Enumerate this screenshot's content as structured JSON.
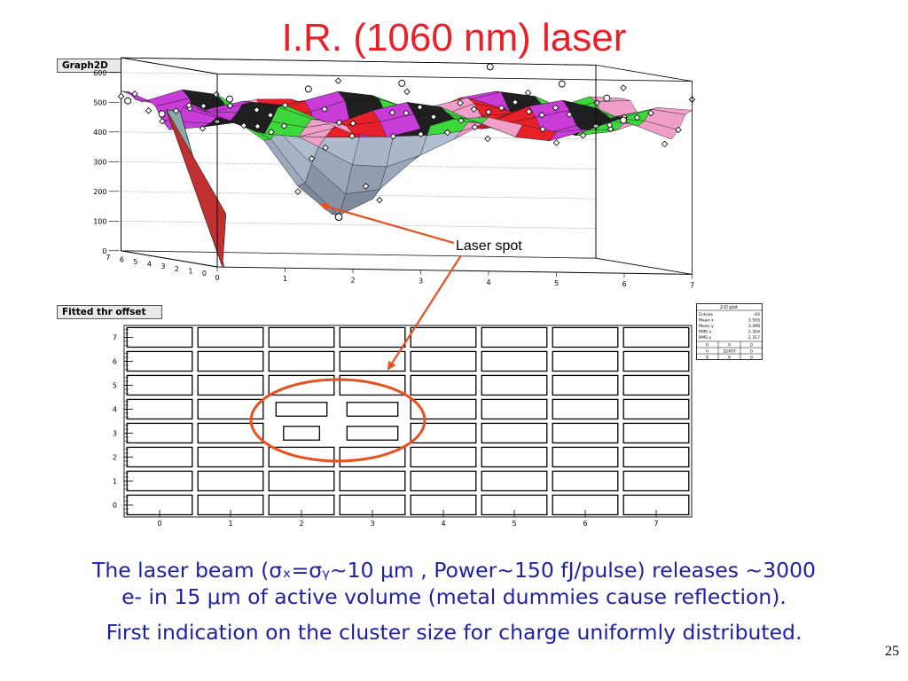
{
  "slide": {
    "title": "I.R. (1060 nm) laser",
    "page_number": "25",
    "caption_line1": "The laser beam (σₓ=σᵧ~10 μm , Power~150 fJ/pulse) releases ~3000",
    "caption_line1b": "e- in 15 μm of active volume (metal dummies cause reflection).",
    "caption_line2": "First indication on the cluster size for charge uniformly distributed.",
    "laser_spot_label": "Laser spot"
  },
  "colors": {
    "title": "#e8202a",
    "caption": "#1f20a8",
    "annotation": "#e8501e"
  },
  "chart_data": [
    {
      "type": "surface3d",
      "canvas_label": "Graph2D",
      "z_ticks": [
        "0",
        "100",
        "200",
        "300",
        "400",
        "500",
        "600"
      ],
      "y_ticks": [
        "7",
        "6",
        "5",
        "4",
        "3",
        "2",
        "1",
        "0"
      ],
      "x_ticks": [
        "0",
        "1",
        "2",
        "3",
        "4",
        "5",
        "6",
        "7"
      ],
      "baseline": 500,
      "dip": {
        "x": 2.5,
        "y": 3.5,
        "z": 150
      },
      "spike": {
        "x": 0.0,
        "y": 3.5,
        "z": 0
      },
      "colors": [
        "#c83cd8",
        "#3cd83c",
        "#e8202a",
        "#202020",
        "#f0a0c8"
      ]
    },
    {
      "type": "table",
      "canvas_label": "Fitted thr offset",
      "y_ticks": [
        "7",
        "6",
        "5",
        "4",
        "3",
        "2",
        "1",
        "0"
      ],
      "x_ticks": [
        "0",
        "1",
        "2",
        "3",
        "4",
        "5",
        "6",
        "7"
      ],
      "xlim": [
        0,
        8
      ],
      "ylim": [
        0,
        8
      ],
      "cells_grid": 8,
      "small_cells": [
        {
          "x": 2,
          "y": 4
        },
        {
          "x": 3,
          "y": 4
        },
        {
          "x": 2,
          "y": 3
        },
        {
          "x": 3,
          "y": 3
        }
      ],
      "stats": {
        "title": "2-D plot",
        "rows": [
          [
            "Entries",
            "64"
          ],
          [
            "Mean x",
            "3.505"
          ],
          [
            "Mean y",
            "3.498"
          ],
          [
            "RMS x",
            "2.304"
          ],
          [
            "RMS y",
            "2.317"
          ]
        ],
        "grid": [
          [
            "0",
            "0",
            "0"
          ],
          [
            "0",
            "32407",
            "0"
          ],
          [
            "0",
            "0",
            "0"
          ]
        ]
      }
    }
  ]
}
